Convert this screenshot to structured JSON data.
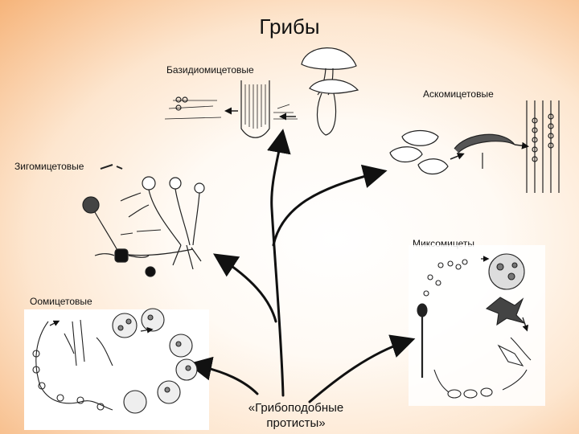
{
  "title": "Грибы",
  "groups": {
    "basidiomycetes": "Базидиомицетовые",
    "ascomycetes": "Аскомицетовые",
    "zygomycetes": "Зигомицетовые",
    "myxomycetes": "Миксомицеты",
    "oomycetes": "Оомицетовые"
  },
  "root": {
    "line1": "«Грибоподобные",
    "line2": "протисты»"
  },
  "colors": {
    "background_center": "#ffffff",
    "background_edge": "#f6b47a",
    "ink": "#111111"
  }
}
